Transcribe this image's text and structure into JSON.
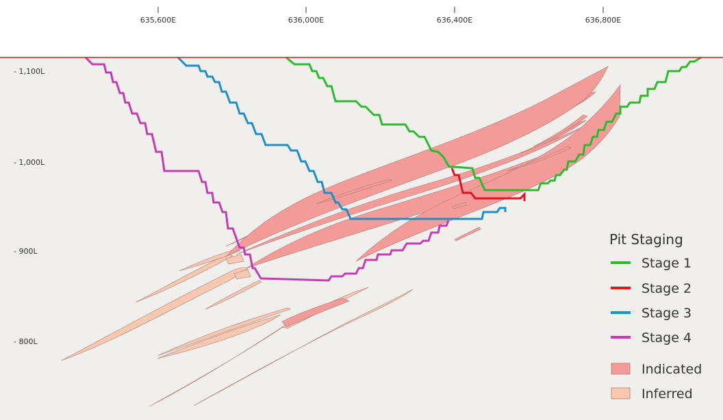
{
  "section": {
    "background": "#f0efeb",
    "easting_ticks": [
      "635,600E",
      "636,000E",
      "636,400E",
      "636,800E"
    ],
    "level_ticks": [
      "- 1,100L",
      "- 1,000L",
      "- 900L",
      "- 800L"
    ]
  },
  "colors": {
    "stage1": "#2db82d",
    "stage2": "#e0141e",
    "stage3": "#1f8ec4",
    "stage4": "#c43cb4",
    "indicated": "#f29b99",
    "inferred": "#f8c8b0",
    "outline": "#b07a78",
    "topo": "#d22222"
  },
  "legend": {
    "title": "Pit Staging",
    "items": [
      {
        "label": "Stage 1",
        "kind": "line",
        "color": "#2db82d"
      },
      {
        "label": "Stage 2",
        "kind": "line",
        "color": "#e0141e"
      },
      {
        "label": "Stage 3",
        "kind": "line",
        "color": "#1f8ec4"
      },
      {
        "label": "Stage 4",
        "kind": "line",
        "color": "#c43cb4"
      },
      {
        "label": "Indicated",
        "kind": "box",
        "color": "#f29b99"
      },
      {
        "label": "Inferred",
        "kind": "box",
        "color": "#f8c8b0"
      }
    ]
  }
}
